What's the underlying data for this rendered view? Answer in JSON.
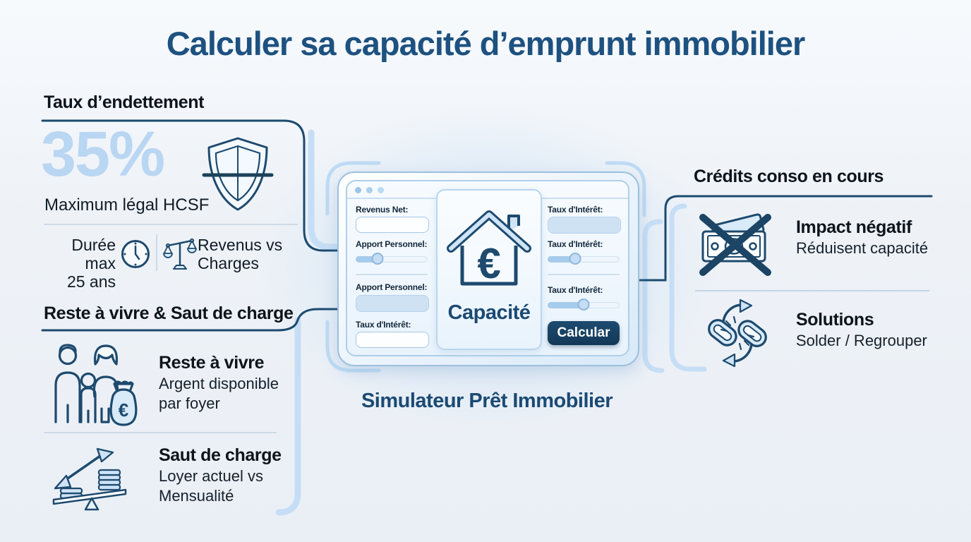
{
  "title": "Calculer sa capacité d’emprunt immobilier",
  "sections": {
    "debt": {
      "heading": "Taux d’endettement",
      "rate": "35%",
      "rate_caption": "Maximum légal HCSF",
      "duration": [
        "Durée max",
        "25 ans"
      ],
      "balance": [
        "Revenus vs",
        "Charges"
      ]
    },
    "living": {
      "heading": "Reste à vivre & Saut de charge",
      "items": [
        {
          "title": "Reste à vivre",
          "lines": [
            "Argent disponible",
            "par foyer"
          ]
        },
        {
          "title": "Saut de charge",
          "lines": [
            "Loyer actuel vs",
            "Mensualité"
          ]
        }
      ]
    },
    "credits": {
      "heading": "Crédits conso en cours",
      "items": [
        {
          "title": "Impact négatif",
          "lines": [
            "Réduisent capacité"
          ]
        },
        {
          "title": "Solutions",
          "lines": [
            "Solder / Regrouper"
          ]
        }
      ]
    }
  },
  "simulator": {
    "caption": "Simulateur Prêt Immobilier",
    "labels": {
      "revenus": "Revenus Net:",
      "apport": "Apport Personnel:",
      "taux": "Taux d'Intérêt:"
    },
    "capacity": "Capacité",
    "euro": "€",
    "button": "Calcular",
    "sliders": {
      "apport": 30,
      "taux_mid": 38,
      "taux_bottom": 50
    }
  },
  "colors": {
    "navy": "#1c4a6e",
    "title_blue": "#1d5180",
    "light_blue": "#b9d6f2",
    "button_navy": "#163e5e",
    "background": "#eef2f7"
  }
}
